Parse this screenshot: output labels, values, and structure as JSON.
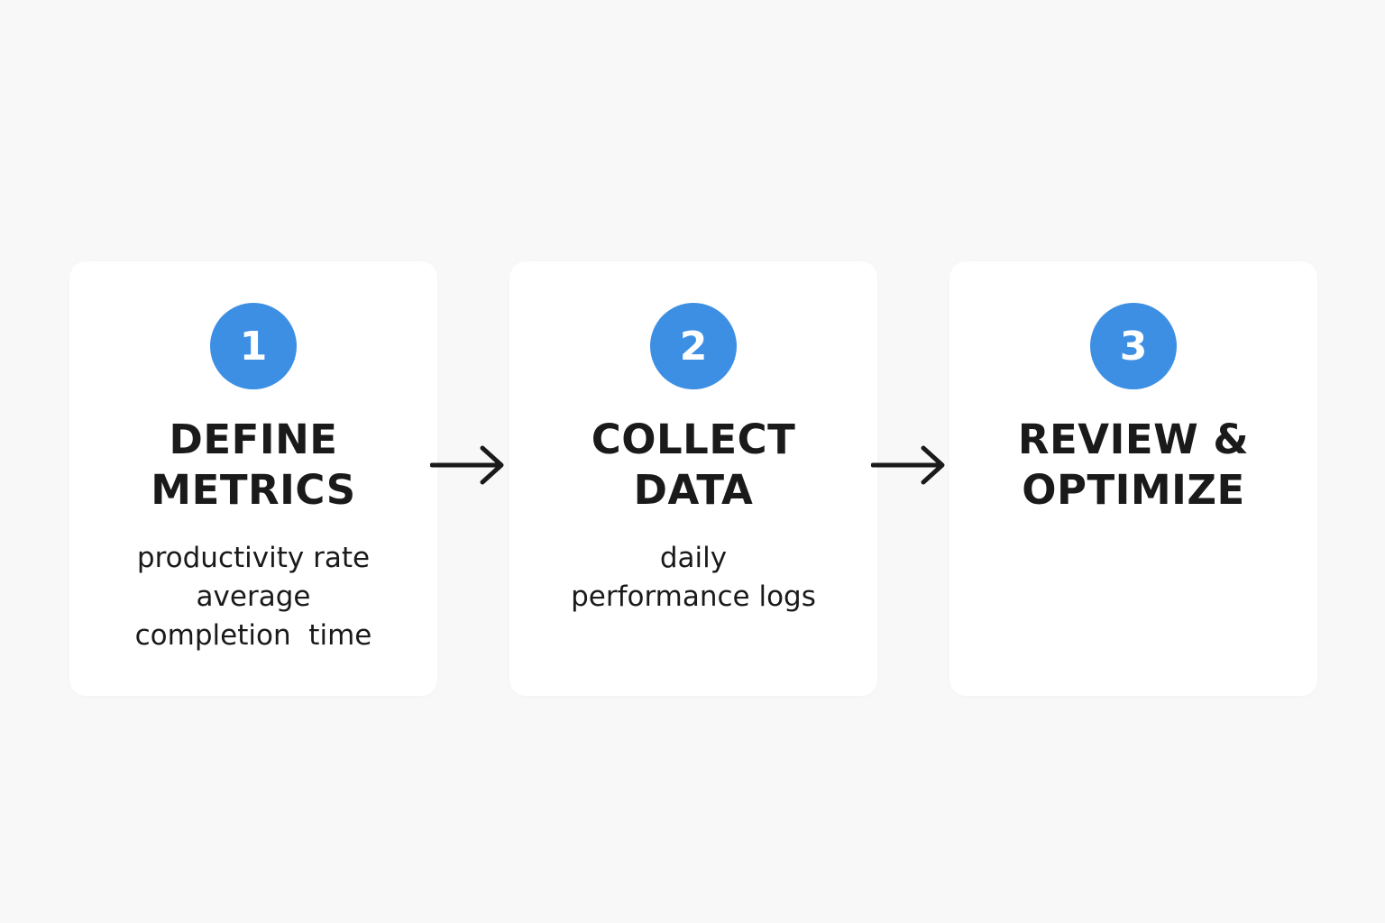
{
  "accent_color": "#3d8fe4",
  "arrow_icon": "arrow-right-icon",
  "steps": [
    {
      "number": "1",
      "title_lines": [
        "DEFINE",
        "METRICS"
      ],
      "description_lines": [
        "productivity rate",
        "average",
        "completion  time"
      ]
    },
    {
      "number": "2",
      "title_lines": [
        "COLLECT",
        "DATA"
      ],
      "description_lines": [
        "daily",
        "performance logs"
      ]
    },
    {
      "number": "3",
      "title_lines": [
        "REVIEW &",
        "OPTIMIZE"
      ],
      "description_lines": []
    }
  ]
}
